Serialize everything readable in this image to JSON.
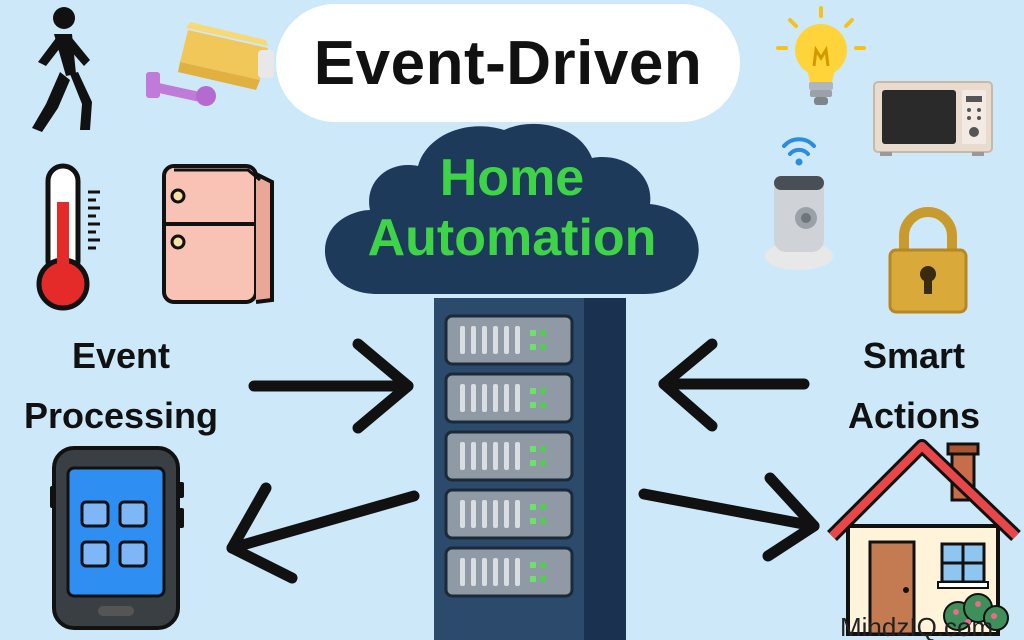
{
  "title": "Event-Driven",
  "center": {
    "line1": "Home",
    "line2": "Automation"
  },
  "labels": {
    "left_line1": "Event",
    "left_line2": "Processing",
    "right_line1": "Smart",
    "right_line2": "Actions"
  },
  "watermark": "MindzIQ.com",
  "colors": {
    "background": "#cde9f9",
    "cloud": "#1e3a5a",
    "accent_green": "#3fd447",
    "server": "#24415f"
  },
  "icons": [
    "walking-person-icon",
    "security-camera-icon",
    "light-bulb-icon",
    "microwave-icon",
    "thermometer-icon",
    "refrigerator-icon",
    "smart-speaker-icon",
    "padlock-icon",
    "smartphone-icon",
    "house-icon",
    "server-rack-icon"
  ]
}
